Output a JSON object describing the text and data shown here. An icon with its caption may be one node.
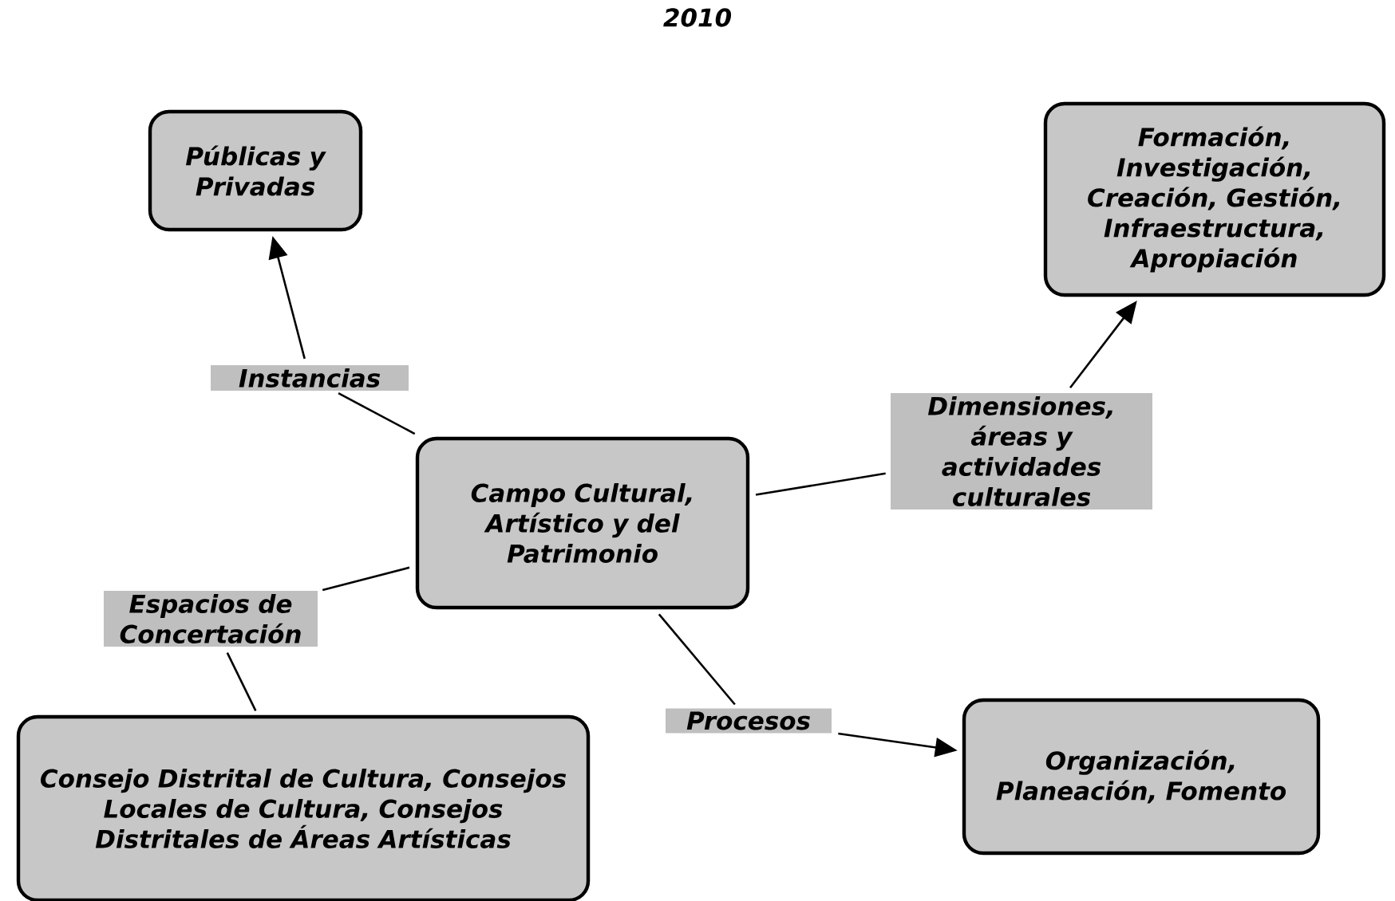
{
  "diagram": {
    "title": "2010",
    "nodes": [
      {
        "text": [
          "Campo Cultural, Artístico y del Patrimonio"
        ]
      },
      {
        "text": [
          "Instancias"
        ]
      },
      {
        "text": [
          "Públicas y Privadas"
        ]
      },
      {
        "text": [
          "Dimensiones, áreas y actividades culturales"
        ]
      },
      {
        "text": [
          "Formación, Investigación, Creación, Gestión, Infraestructura, Apropiación"
        ]
      },
      {
        "text": [
          "Espacios de Concertación"
        ]
      },
      {
        "text": [
          "Consejo Distrital de Cultura, Consejos Locales de Cultura, Consejos Distritales de Áreas Artísticas"
        ]
      },
      {
        "text": [
          "Procesos"
        ]
      },
      {
        "text": [
          "Organización, Planeación, Fomento"
        ]
      }
    ],
    "edges": [
      {
        "from": 0,
        "to": 1,
        "arrow": "none"
      },
      {
        "from": 1,
        "to": 2,
        "arrow": "to"
      },
      {
        "from": 0,
        "to": 3,
        "arrow": "none"
      },
      {
        "from": 3,
        "to": 4,
        "arrow": "to"
      },
      {
        "from": 0,
        "to": 5,
        "arrow": "none"
      },
      {
        "from": 5,
        "to": 6,
        "arrow": "none"
      },
      {
        "from": 0,
        "to": 7,
        "arrow": "none"
      },
      {
        "from": 7,
        "to": 8,
        "arrow": "to"
      }
    ]
  }
}
